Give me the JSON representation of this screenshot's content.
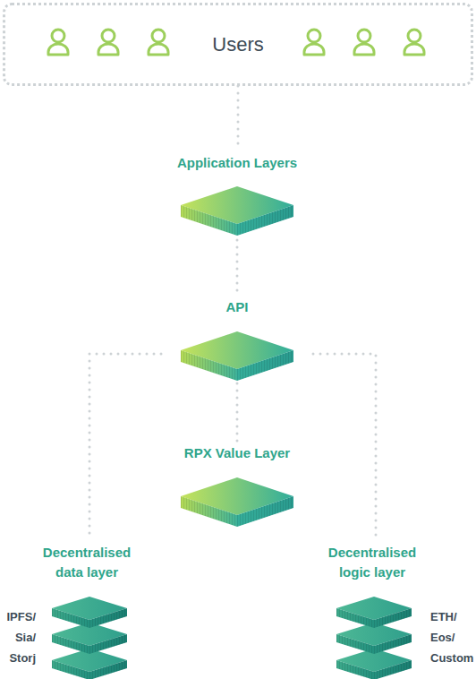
{
  "diagram": {
    "nodes": [
      {
        "text": [
          "Users"
        ]
      },
      {
        "text": [
          "Application Layers"
        ]
      },
      {
        "text": [
          "API"
        ]
      },
      {
        "text": [
          "RPX Value Layer"
        ]
      },
      {
        "text": [
          "Decentralised data layer",
          "IPFS/ Sia/ Storj"
        ]
      },
      {
        "text": [
          "Decentralised logic layer",
          "ETH/ Eos/ Custom"
        ]
      }
    ],
    "edges": [
      {
        "from": 0,
        "to": 1,
        "arrow": "none"
      },
      {
        "from": 1,
        "to": 2,
        "arrow": "none"
      },
      {
        "from": 2,
        "to": 3,
        "arrow": "none"
      },
      {
        "from": 2,
        "to": 4,
        "arrow": "none"
      },
      {
        "from": 2,
        "to": 5,
        "arrow": "none"
      }
    ]
  }
}
